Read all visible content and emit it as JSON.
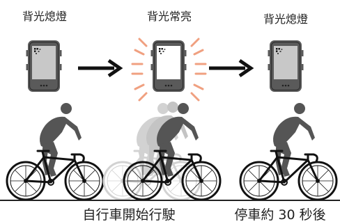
{
  "stages": [
    {
      "label": "背光熄燈",
      "backlight": "off"
    },
    {
      "label": "背光常亮",
      "backlight": "on"
    },
    {
      "label": "背光熄燈",
      "backlight": "off"
    }
  ],
  "captions": {
    "start": "自行車開始行駛",
    "stop": "停車約 30 秒後"
  },
  "colors": {
    "device_body": "#5a5a5a",
    "screen_off": "#c8c8c8",
    "screen_on": "#ffffff",
    "glow": "#f0a080",
    "arrow": "#111111",
    "rider": "#555555",
    "rider_ghost": "#cfcfcf",
    "ground": "#222222"
  },
  "icons": [
    "device-icon",
    "arrow-right-icon",
    "cyclist-icon"
  ]
}
